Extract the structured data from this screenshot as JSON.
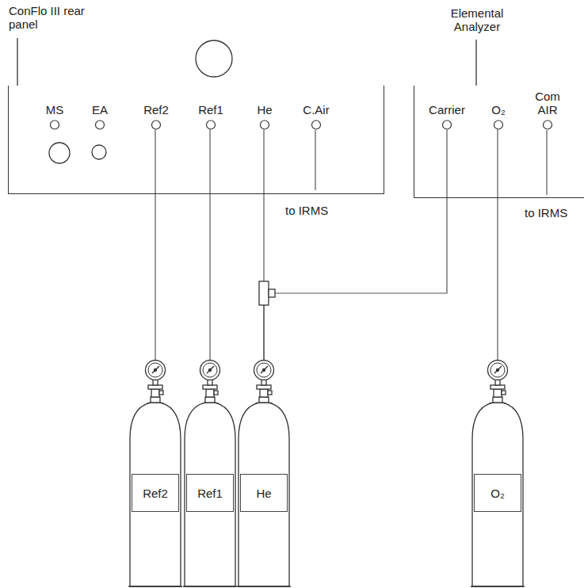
{
  "diagram": {
    "nodes": [
      {
        "text": [
          "ConFlo III rear panel"
        ]
      },
      {
        "text": [
          "MS"
        ],
        "in": 0
      },
      {
        "text": [
          "EA"
        ],
        "in": 0
      },
      {
        "text": [
          "Ref2"
        ],
        "in": 0
      },
      {
        "text": [
          "Ref1"
        ],
        "in": 0
      },
      {
        "text": [
          "He"
        ],
        "in": 0
      },
      {
        "text": [
          "C.Air"
        ],
        "in": 0
      },
      {
        "text": [
          "Elemental Analyzer"
        ]
      },
      {
        "text": [
          "Carrier"
        ],
        "in": 7
      },
      {
        "text": [
          "O₂"
        ],
        "in": 7
      },
      {
        "text": [
          "Com AIR"
        ],
        "in": 7
      },
      {
        "text": [
          "Ref2"
        ]
      },
      {
        "text": [
          "Ref1"
        ]
      },
      {
        "text": [
          "He"
        ]
      },
      {
        "text": [
          "O₂"
        ]
      }
    ],
    "edges": [
      {
        "from": 11,
        "to": 3,
        "arrow": "none"
      },
      {
        "from": 12,
        "to": 4,
        "arrow": "none"
      },
      {
        "from": 13,
        "to": 5,
        "arrow": "none"
      },
      {
        "from": 13,
        "to": 8,
        "arrow": "none"
      },
      {
        "from": 14,
        "to": 9,
        "arrow": "none"
      }
    ],
    "labels": [
      "to IRMS",
      "to IRMS"
    ]
  }
}
